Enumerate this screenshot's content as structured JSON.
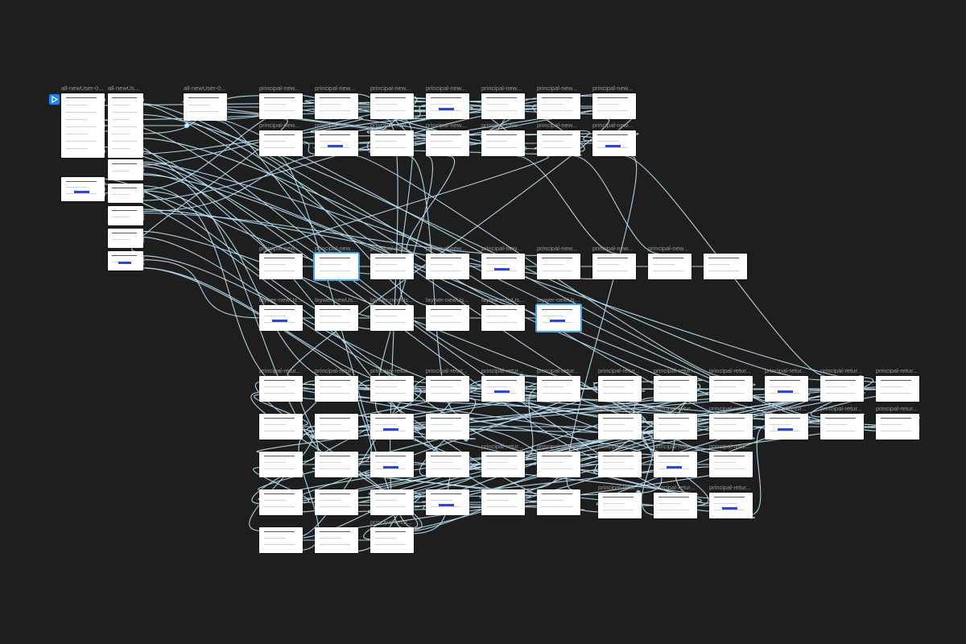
{
  "canvas": {
    "background": "#1e1e1e",
    "wire_color": "#bfe3f7",
    "node_fill": "#cfeaf8",
    "node_stroke": "#6fb8e6",
    "accent": "#1683ff"
  },
  "start_flag": {
    "icon": "play-icon"
  },
  "frames": [
    {
      "label": "all-newUser-0..."
    },
    {
      "label": "all-newUs..."
    },
    {
      "label": "all-newUser-0..."
    },
    {
      "label": "principal-new..."
    },
    {
      "label": "principal-new..."
    },
    {
      "label": "principal-new..."
    },
    {
      "label": "principal-new..."
    },
    {
      "label": "principal-new..."
    },
    {
      "label": "principal-new..."
    },
    {
      "label": "principal-new..."
    },
    {
      "label": "principal-new..."
    },
    {
      "label": "principal-new..."
    },
    {
      "label": "principal-new..."
    },
    {
      "label": "principal-new..."
    },
    {
      "label": "principal-new..."
    },
    {
      "label": "principal-new..."
    },
    {
      "label": "principal-new..."
    },
    {
      "label": "principal-new..."
    },
    {
      "label": "principal-new..."
    },
    {
      "label": "principal-new..."
    },
    {
      "label": "principal-new..."
    },
    {
      "label": "principal-new..."
    },
    {
      "label": "principal-new..."
    },
    {
      "label": "principal-new..."
    },
    {
      "label": "principal-new..."
    },
    {
      "label": "laywer-newUs..."
    },
    {
      "label": "laywer-newUs..."
    },
    {
      "label": "laywer-newUs..."
    },
    {
      "label": "laywer-newUs..."
    },
    {
      "label": "laywer-newUs..."
    },
    {
      "label": "laywer-newUs..."
    },
    {
      "label": "principal-retur..."
    },
    {
      "label": "principal-retur..."
    },
    {
      "label": "principal-retur..."
    },
    {
      "label": "principal-retur..."
    },
    {
      "label": "principal-retur..."
    },
    {
      "label": "principal-retur..."
    },
    {
      "label": "principal-retur..."
    },
    {
      "label": "principal-retur..."
    },
    {
      "label": "principal-retur..."
    },
    {
      "label": "principal-retur..."
    },
    {
      "label": "principal-retur..."
    },
    {
      "label": "principal-retur..."
    },
    {
      "label": "principal-retur..."
    },
    {
      "label": "principal-retur..."
    },
    {
      "label": "principal-retur..."
    },
    {
      "label": "principal-retur..."
    },
    {
      "label": "principal-retur..."
    },
    {
      "label": "principal-retur..."
    },
    {
      "label": "principal-retur..."
    },
    {
      "label": "principal-retur..."
    },
    {
      "label": "principal-retur..."
    },
    {
      "label": "principal-retur..."
    },
    {
      "label": "principal-retur..."
    },
    {
      "label": "principal-retur..."
    },
    {
      "label": "principal-retur..."
    },
    {
      "label": "principal-retur..."
    },
    {
      "label": "principal-retur..."
    }
  ]
}
